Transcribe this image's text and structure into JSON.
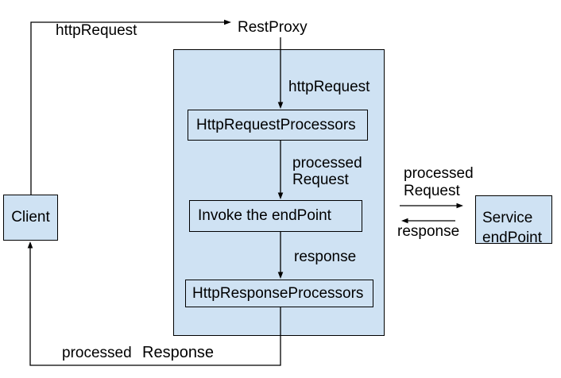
{
  "diagram": {
    "colors": {
      "box_fill": "#cfe2f3",
      "line": "#000000",
      "text": "#000000",
      "background": "#ffffff"
    },
    "nodes": {
      "client": "Client",
      "rest_proxy": "RestProxy",
      "http_request_processors": "HttpRequestProcessors",
      "invoke_endpoint": "Invoke the endPoint",
      "http_response_processors": "HttpResponseProcessors",
      "service_line1": "Service",
      "service_line2": "endPoint"
    },
    "edge_labels": {
      "client_to_restproxy": "httpRequest",
      "restproxy_to_requestprocessors": "httpRequest",
      "requestprocessors_to_invoke_line1": "processed",
      "requestprocessors_to_invoke_line2": "Request",
      "invoke_to_responseprocessors": "response",
      "invoke_to_service_line1": "processed",
      "invoke_to_service_line2": "Request",
      "service_to_invoke": "response",
      "responseprocessors_to_client_word1": "processed",
      "responseprocessors_to_client_word2": "Response"
    }
  }
}
